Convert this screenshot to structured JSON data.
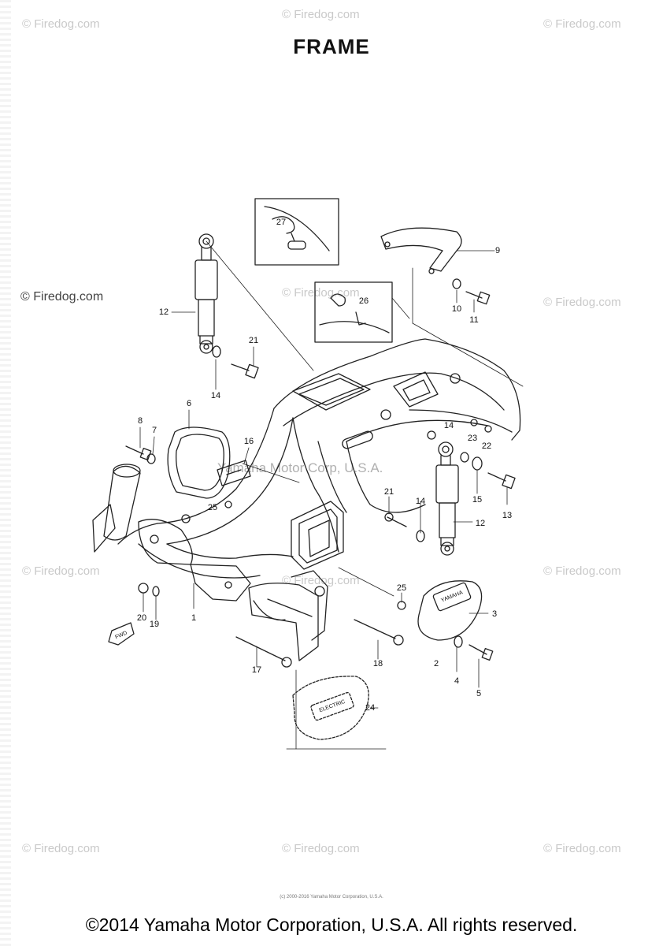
{
  "page": {
    "title": "FRAME",
    "copyright": "©2014 Yamaha Motor Corporation, U.S.A. All rights reserved.",
    "fine_print": "(c) 2000-2016 Yamaha Motor Corporation, U.S.A."
  },
  "watermarks": {
    "firedog": "© Firedog.com",
    "center": "Yamaha Motor Corp, U.S.A."
  },
  "callouts": {
    "c1": "1",
    "c2": "2",
    "c3": "3",
    "c4": "4",
    "c5": "5",
    "c6": "6",
    "c7": "7",
    "c8": "8",
    "c9": "9",
    "c10": "10",
    "c11": "11",
    "c12a": "12",
    "c12b": "12",
    "c13": "13",
    "c14a": "14",
    "c14b": "14",
    "c14c": "14",
    "c15": "15",
    "c16": "16",
    "c17": "17",
    "c18": "18",
    "c19": "19",
    "c20": "20",
    "c21a": "21",
    "c21b": "21",
    "c22": "22",
    "c23": "23",
    "c24": "24",
    "c25a": "25",
    "c25b": "25",
    "c26": "26",
    "c27": "27"
  },
  "labels": {
    "badge_top": "YAMAHA",
    "badge_lower": "ELECTRIC",
    "fwd": "FWD"
  }
}
